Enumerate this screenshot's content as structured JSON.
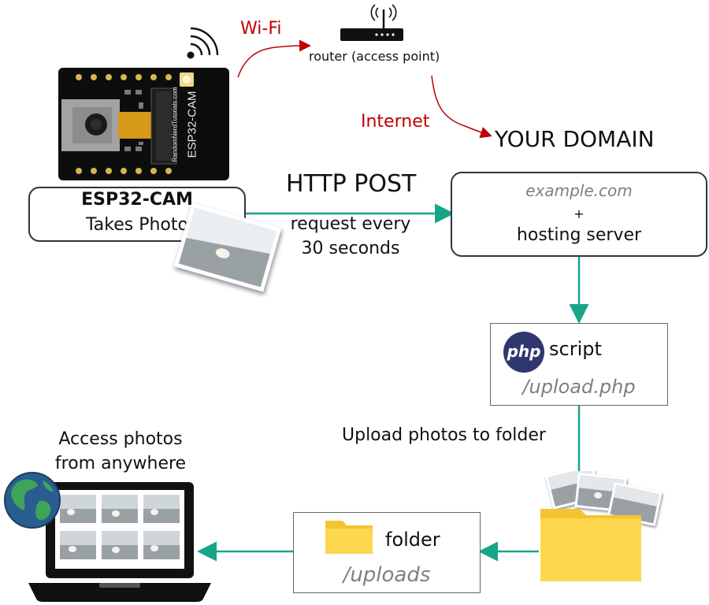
{
  "wifi_label": "Wi-Fi",
  "router_label": "router (access point)",
  "internet_label": "Internet",
  "domain_label": "YOUR DOMAIN",
  "http_post_label": "HTTP POST",
  "request_line1": "request every",
  "request_line2": "30 seconds",
  "esp_box": {
    "title": "ESP32-CAM",
    "subtitle": "Takes Photo"
  },
  "board": {
    "brand": "RandomNerdTutorials.com",
    "model": "ESP32-CAM"
  },
  "domain_box": {
    "domain": "example.com",
    "plus": "+",
    "server": "hosting server"
  },
  "php_box": {
    "logo": "php",
    "label": "script",
    "path": "/upload.php"
  },
  "upload_label": "Upload photos to folder",
  "folder_box": {
    "label": "folder",
    "path": "/uploads"
  },
  "access_label_line1": "Access photos",
  "access_label_line2": "from anywhere",
  "colors": {
    "arrow_teal": "#17a589",
    "red": "#c00000",
    "folder_yellow": "#fdd74d",
    "php_blue": "#30376e"
  }
}
